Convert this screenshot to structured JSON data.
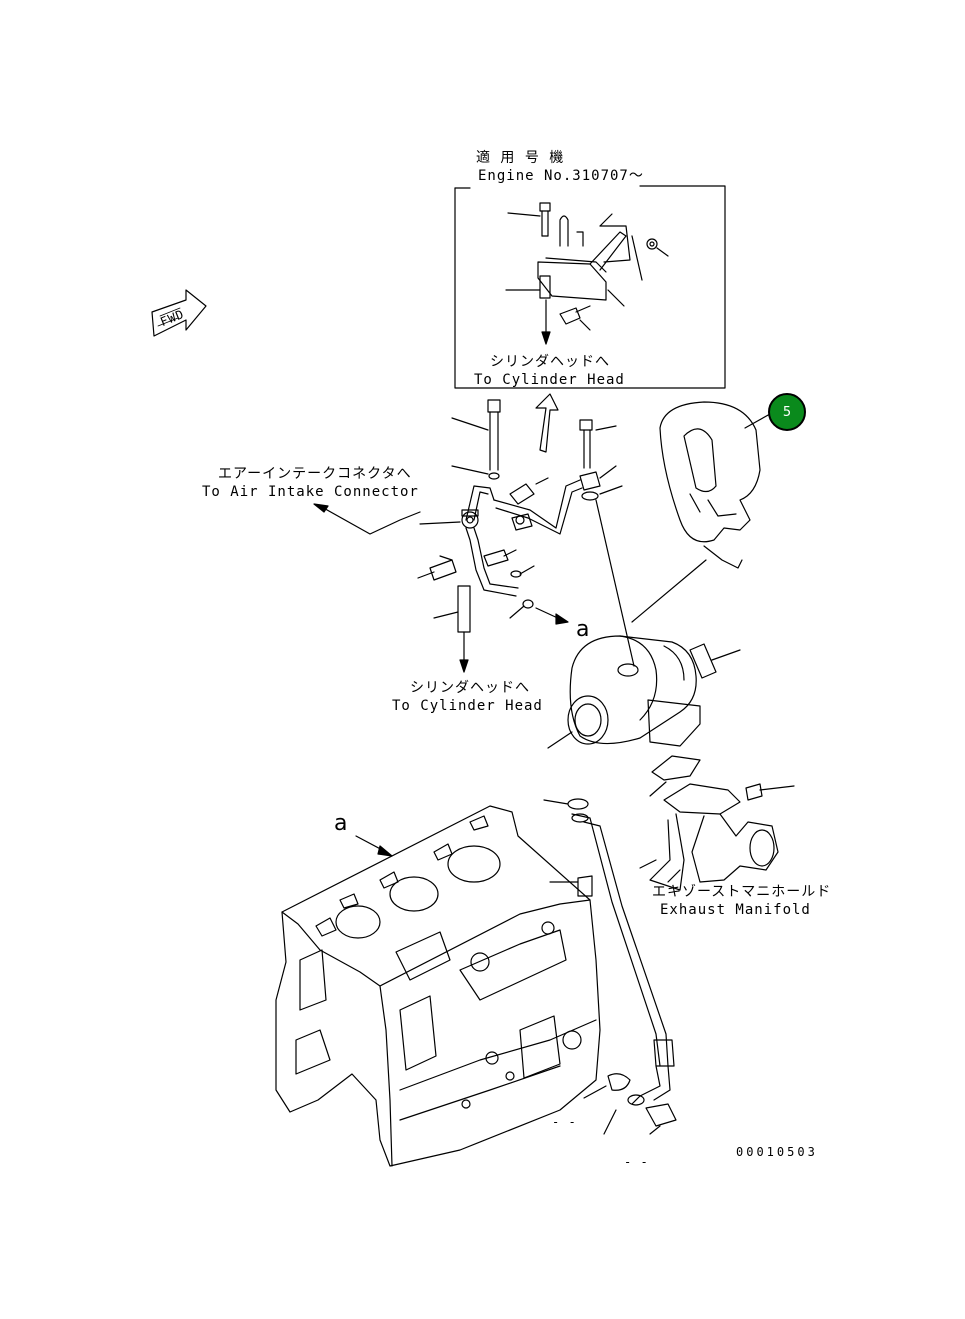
{
  "inset": {
    "applicable_jp": "適 用 号 機",
    "engine_no": "Engine No.310707～",
    "to_head_jp": "シリンダヘッドへ",
    "to_head_en": "To Cylinder Head"
  },
  "labels": {
    "air_intake_jp": "エアーインテークコネクタへ",
    "air_intake_en": "To Air Intake Connector",
    "to_head_jp": "シリンダヘッドへ",
    "to_head_en": "To Cylinder Head",
    "exhaust_jp": "エキゾーストマニホールド",
    "exhaust_en": "Exhaust Manifold",
    "ref_a_1": "a",
    "ref_a_2": "a",
    "fwd": "FWD",
    "doc_no": "00010503",
    "dash_1": "- -",
    "dash_2": "- -"
  },
  "callout": {
    "number": "5",
    "color": "#0a8a1c"
  }
}
